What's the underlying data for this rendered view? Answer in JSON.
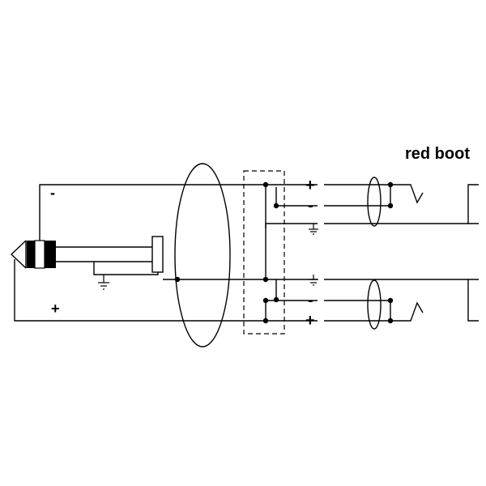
{
  "title": "red boot",
  "plug": {
    "minus_label": "-",
    "plus_label": "+"
  },
  "outputs": {
    "upper": {
      "plus_label": "+",
      "minus_label": "-"
    },
    "lower": {
      "minus_label": "-",
      "plus_label": "+"
    }
  },
  "colors": {
    "line": "#000000",
    "background": "#ffffff"
  },
  "icons": [
    "ground-icon",
    "connection-dot",
    "stereo-plug",
    "mono-jack",
    "shield-loop"
  ]
}
